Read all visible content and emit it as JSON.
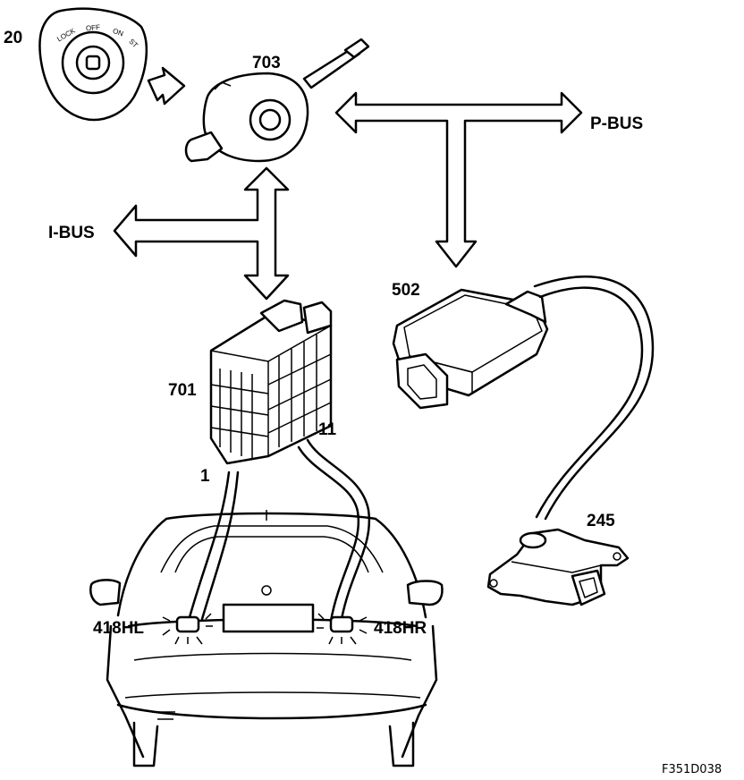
{
  "components": {
    "ignition_switch": {
      "number": "20",
      "positions": [
        "LOCK",
        "OFF",
        "ON",
        "ST"
      ]
    },
    "steering_switch": {
      "number": "703"
    },
    "control_module": {
      "number": "502"
    },
    "central_electronics": {
      "number": "701"
    },
    "gear_sensor": {
      "number": "245"
    },
    "lamp_left": {
      "number": "418HL"
    },
    "lamp_right": {
      "number": "418HR"
    }
  },
  "buses": {
    "p_bus": "P-BUS",
    "i_bus": "I-BUS"
  },
  "pins": {
    "pin_left": "1",
    "pin_right": "11"
  },
  "figure_code": "F351D038"
}
